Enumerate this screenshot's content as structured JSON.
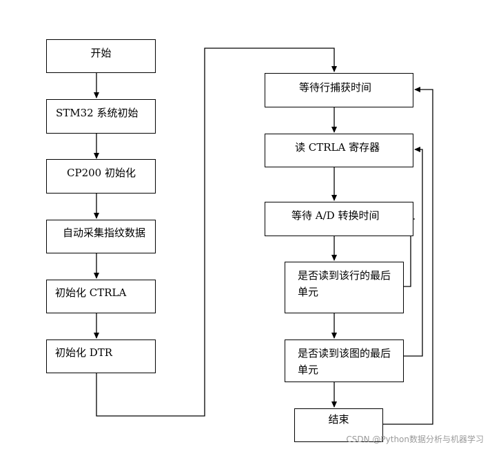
{
  "nodes": {
    "start": "开始",
    "stm32_init": "STM32 系统初始",
    "cp200_init": "CP200 初始化",
    "collect_fingerprint": "自动采集指纹数据",
    "init_ctrla": "初始化 CTRLA",
    "init_dtr": "初始化 DTR",
    "wait_line_capture": "等待行捕获时间",
    "read_ctrla_register": "读 CTRLA 寄存器",
    "wait_ad_conversion": "等待 A/D 转换时间",
    "check_last_unit_of_line": "是否读到该行的最后单元",
    "check_last_unit_of_image": "是否读到该图的最后单元",
    "end": "结束"
  },
  "watermark": "CSDN @Python数据分析与机器学习"
}
